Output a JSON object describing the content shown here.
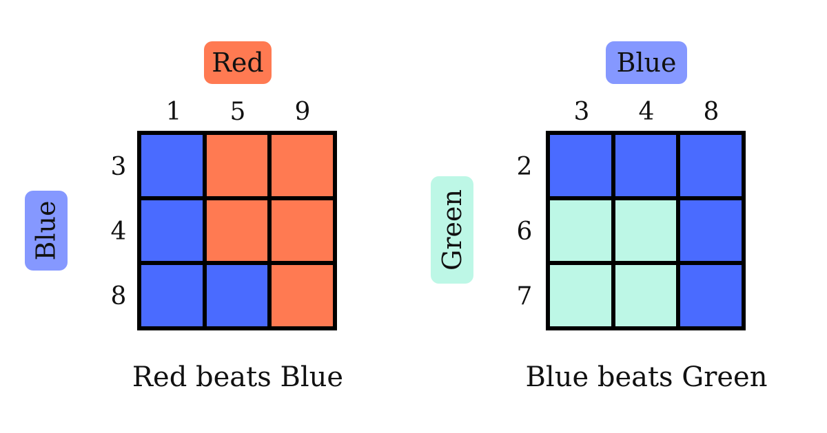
{
  "colors": {
    "red": "#FF7A52",
    "blue": "#4A6BFF",
    "blue_light": "#8598FF",
    "green": "#BDF7E6"
  },
  "panels": [
    {
      "top_label": {
        "text": "Red",
        "color": "red"
      },
      "side_label": {
        "text": "Blue",
        "color": "blue_light"
      },
      "col_labels": [
        "1",
        "5",
        "9"
      ],
      "row_labels": [
        "3",
        "4",
        "8"
      ],
      "cells": [
        [
          "blue",
          "red",
          "red"
        ],
        [
          "blue",
          "red",
          "red"
        ],
        [
          "blue",
          "blue",
          "red"
        ]
      ],
      "caption": "Red beats Blue"
    },
    {
      "top_label": {
        "text": "Blue",
        "color": "blue_light"
      },
      "side_label": {
        "text": "Green",
        "color": "green"
      },
      "col_labels": [
        "3",
        "4",
        "8"
      ],
      "row_labels": [
        "2",
        "6",
        "7"
      ],
      "cells": [
        [
          "blue",
          "blue",
          "blue"
        ],
        [
          "green",
          "green",
          "blue"
        ],
        [
          "green",
          "green",
          "blue"
        ]
      ],
      "caption": "Blue beats Green"
    }
  ]
}
